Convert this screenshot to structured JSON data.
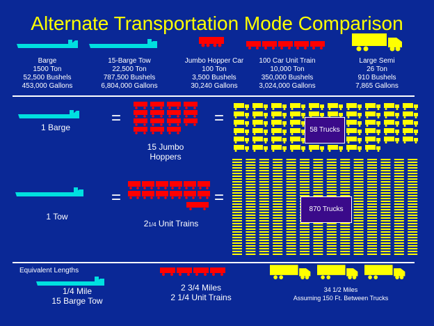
{
  "title": "Alternate Transportation Mode Comparison",
  "modes": [
    {
      "name": "Barge",
      "lines": [
        "1500 Ton",
        "52,500 Bushels",
        "453,000 Gallons"
      ]
    },
    {
      "name": "15-Barge Tow",
      "lines": [
        "22,500 Ton",
        "787,500 Bushels",
        "6,804,000 Gallons"
      ]
    },
    {
      "name": "Jumbo Hopper Car",
      "lines": [
        "100 Ton",
        "3,500 Bushels",
        "30,240 Gallons"
      ]
    },
    {
      "name": "100 Car Unit Train",
      "lines": [
        "10,000 Ton",
        "350,000 Bushels",
        "3,024,000 Gallons"
      ]
    },
    {
      "name": "Large Semi",
      "lines": [
        "26 Ton",
        "910 Bushels",
        "7,865 Gallons"
      ]
    }
  ],
  "row1": {
    "barge_label": "1 Barge",
    "equals": "=",
    "hoppers_label": [
      "15 Jumbo",
      "Hoppers"
    ],
    "trucks_label": "58 Trucks"
  },
  "row2": {
    "tow_label": "1 Tow",
    "equals": "=",
    "trains_number": "2",
    "trains_fraction": "1/4",
    "trains_label": "Unit Trains",
    "trucks_label": "870 Trucks"
  },
  "lengths": {
    "heading": "Equivalent Lengths",
    "tow": [
      "1/4 Mile",
      "15 Barge Tow"
    ],
    "train": [
      "2 3/4 Miles",
      "2 1/4 Unit Trains"
    ],
    "trucks": [
      "34 1/2 Miles",
      "Assuming 150 Ft. Between Trucks"
    ]
  },
  "colors": {
    "background": "#0a2896",
    "title": "#ffff00",
    "barge": "#00e0e0",
    "train": "#ff0000",
    "truck": "#ffff00",
    "box": "#3a0a8a"
  }
}
